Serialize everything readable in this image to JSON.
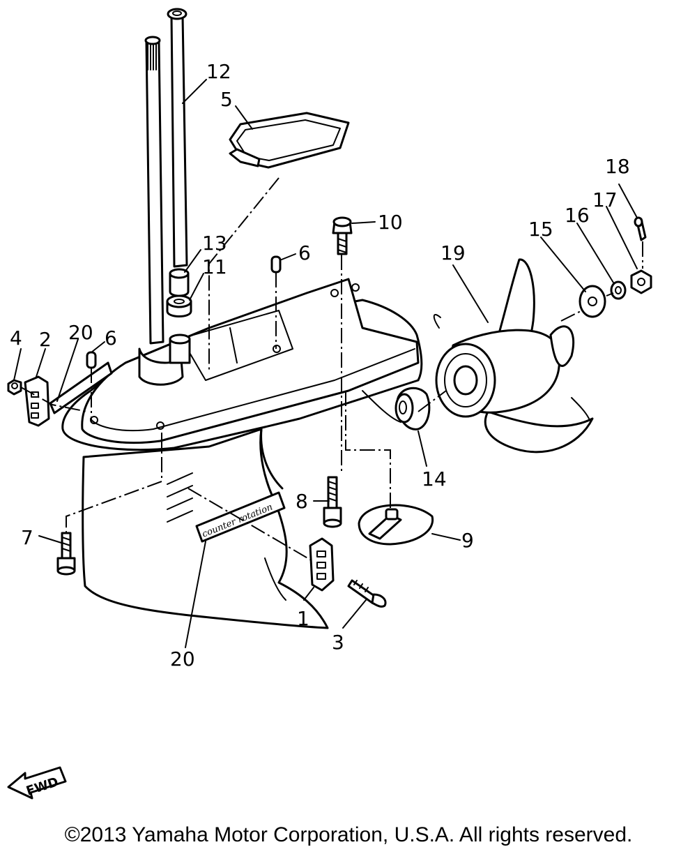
{
  "labels": {
    "l1": "1",
    "l2": "2",
    "l3": "3",
    "l4": "4",
    "l5": "5",
    "l6a": "6",
    "l6b": "6",
    "l7": "7",
    "l8": "8",
    "l9": "9",
    "l10": "10",
    "l11": "11",
    "l12": "12",
    "l13": "13",
    "l14": "14",
    "l15": "15",
    "l16": "16",
    "l17": "17",
    "l18": "18",
    "l19": "19",
    "l20a": "20",
    "l20b": "20"
  },
  "decal_text": "counter rotation",
  "fwd_text": "FWD",
  "copyright": "©2013 Yamaha Motor Corporation, U.S.A. All rights reserved."
}
